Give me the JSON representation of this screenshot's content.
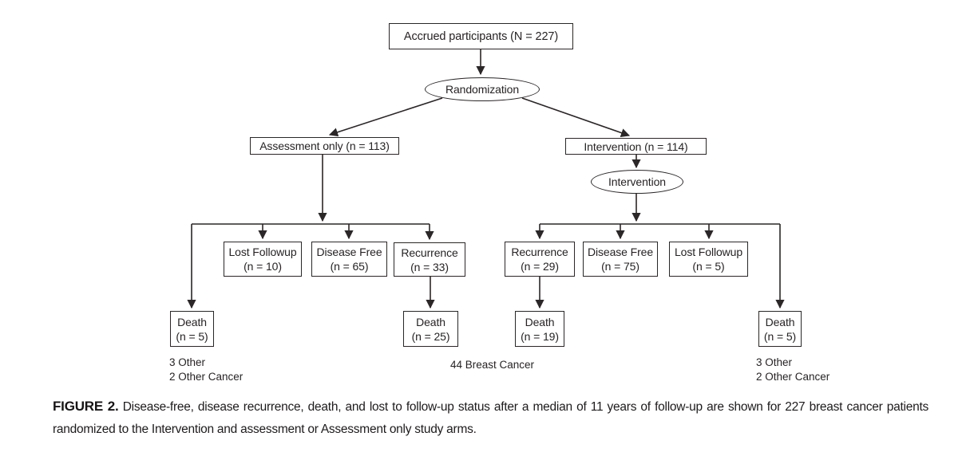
{
  "figure": {
    "nodes": {
      "accrued": "Accrued participants (N = 227)",
      "randomization": "Randomization",
      "assessment_arm": "Assessment only (n = 113)",
      "intervention_arm": "Intervention (n = 114)",
      "intervention_process": "Intervention",
      "lost_followup_assessment": {
        "label": "Lost Followup",
        "count": "(n = 10)"
      },
      "disease_free_assessment": {
        "label": "Disease Free",
        "count": "(n = 65)"
      },
      "recurrence_assessment": {
        "label": "Recurrence",
        "count": "(n = 33)"
      },
      "recurrence_intervention": {
        "label": "Recurrence",
        "count": "(n = 29)"
      },
      "disease_free_intervention": {
        "label": "Disease Free",
        "count": "(n = 75)"
      },
      "lost_followup_intervention": {
        "label": "Lost Followup",
        "count": "(n = 5)"
      },
      "death_assessment_direct": {
        "label": "Death",
        "count": "(n = 5)"
      },
      "death_assessment_recurrence": {
        "label": "Death",
        "count": "(n = 25)"
      },
      "death_intervention_recurrence": {
        "label": "Death",
        "count": "(n = 19)"
      },
      "death_intervention_direct": {
        "label": "Death",
        "count": "(n = 5)"
      }
    },
    "annotations": {
      "assessment_deaths_line1": "3 Other",
      "assessment_deaths_line2": "2 Other Cancer",
      "recurrence_deaths": "44 Breast Cancer",
      "intervention_deaths_line1": "3 Other",
      "intervention_deaths_line2": "2 Other Cancer"
    },
    "caption": {
      "label": "FIGURE 2.",
      "text": "Disease-free, disease recurrence, death, and lost to follow-up status after a median of 11 years of follow-up are shown for 227 breast cancer patients randomized to the Intervention and assessment or Assessment only study arms."
    },
    "colors": {
      "ink": "#2b2627",
      "background": "#ffffff"
    }
  }
}
